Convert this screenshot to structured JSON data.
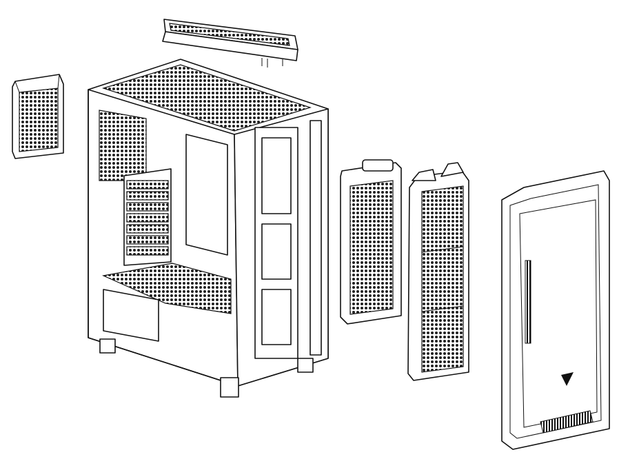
{
  "colors": {
    "line": "#111111",
    "background": "#ffffff"
  },
  "parts": {
    "top_radiator": "radiator-240-top",
    "side_radiator": "radiator-120",
    "case": "pc-case-chassis",
    "front_radiator_240": "radiator-240-front",
    "front_radiator_360": "radiator-360-front",
    "front_panel": "front-panel"
  }
}
